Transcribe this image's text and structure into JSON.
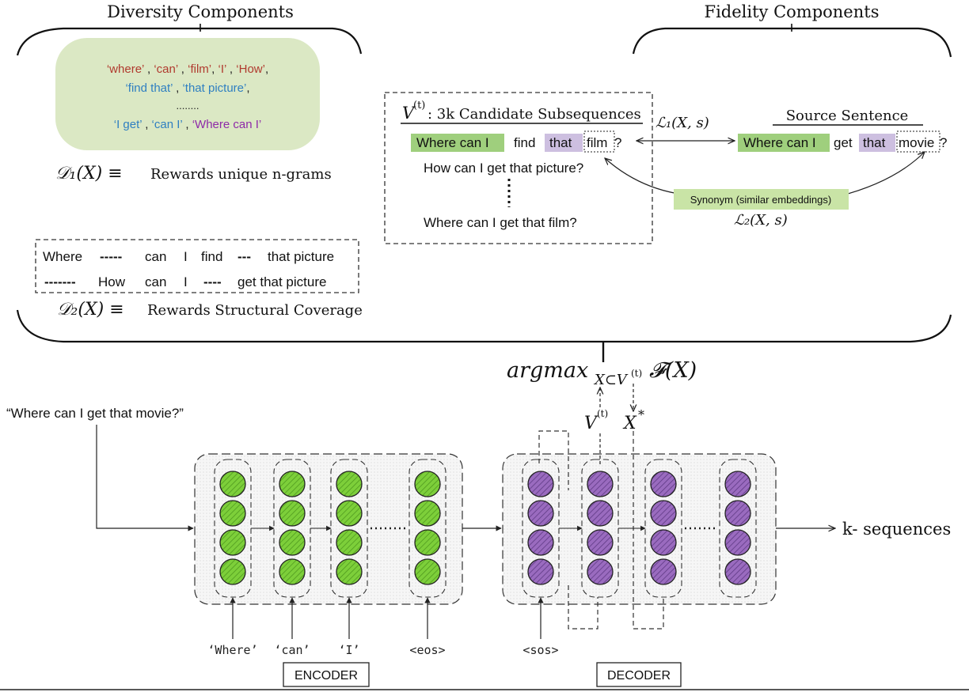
{
  "top": {
    "diversity_title": "Diversity Components",
    "fidelity_title": "Fidelity Components"
  },
  "diversity": {
    "ngram_line1": [
      {
        "text": "‘where’",
        "color": "#b03a2e"
      },
      {
        "text": " , ",
        "color": "#222222"
      },
      {
        "text": "‘can’",
        "color": "#b03a2e"
      },
      {
        "text": " , ",
        "color": "#222222"
      },
      {
        "text": "‘film’",
        "color": "#b03a2e"
      },
      {
        "text": ", ",
        "color": "#222222"
      },
      {
        "text": "‘I’",
        "color": "#b03a2e"
      },
      {
        "text": " ,  ",
        "color": "#222222"
      },
      {
        "text": "‘How’",
        "color": "#b03a2e"
      },
      {
        "text": ",",
        "color": "#222222"
      }
    ],
    "ngram_line2": [
      {
        "text": "‘find that’",
        "color": "#2f7fc1"
      },
      {
        "text": " ,  ",
        "color": "#222222"
      },
      {
        "text": "‘that picture’",
        "color": "#2f7fc1"
      },
      {
        "text": ",",
        "color": "#222222"
      }
    ],
    "ngram_dots": "........",
    "ngram_line3": [
      {
        "text": "‘I get’",
        "color": "#2f7fc1"
      },
      {
        "text": " ,  ",
        "color": "#222222"
      },
      {
        "text": "‘can I’",
        "color": "#2f7fc1"
      },
      {
        "text": " , ",
        "color": "#222222"
      },
      {
        "text": "‘Where can I’",
        "color": "#8e2aa8"
      }
    ],
    "d1_math": "𝒟₁(X) ≡",
    "d1_text": "Rewards unique n-grams",
    "coverage_line1": [
      "Where",
      "-----",
      "can",
      "I",
      "find",
      "---",
      "that picture"
    ],
    "coverage_line2": [
      "-------",
      "How",
      "can",
      "I",
      "----",
      "get that picture"
    ],
    "d2_math": "𝒟₂(X) ≡",
    "d2_text": "Rewards Structural Coverage",
    "green_box_color": "#dbe8c4"
  },
  "fidelity": {
    "candidates_title_math": "V",
    "candidates_title_sup": "(t)",
    "candidates_title_text": ": 3k Candidate Subsequences",
    "cand1": {
      "part1": "Where can I",
      "part2": "find",
      "part3": "that",
      "part4": "film",
      "part5": "?"
    },
    "cand2": "How can I get that picture?",
    "cand3": "Where can I get that film?",
    "l1": "ℒ₁(X, s)",
    "source_title": "Source Sentence",
    "source": {
      "part1": "Where can I",
      "part2": "get",
      "part3": "that",
      "part4": "movie",
      "part5": "?"
    },
    "synonym_label": "Synonym (similar embeddings)",
    "l2": "ℒ₂(X, s)",
    "green_highlight": "#9fcf7d",
    "purple_highlight": "#cdbfe0",
    "synonym_box": "#c9e4a6"
  },
  "objective": {
    "argmax": "argmax",
    "subscript": "X⊂V",
    "subscript_sup": "(t)",
    "fx": "𝓕(X)",
    "v_label": "V",
    "v_sup": "(t)",
    "x_label": "X",
    "x_sup": "*"
  },
  "model": {
    "input_sentence": "“Where can I get that movie?”",
    "encoder_tokens": [
      "‘Where’",
      "‘can’",
      "‘I’",
      "<eos>"
    ],
    "decoder_tokens": [
      "<sos>"
    ],
    "encoder_label": "ENCODER",
    "decoder_label": "DECODER",
    "output_label": "k- sequences",
    "encoder_color": "#7dcf3a",
    "decoder_color": "#9a6bbf"
  }
}
